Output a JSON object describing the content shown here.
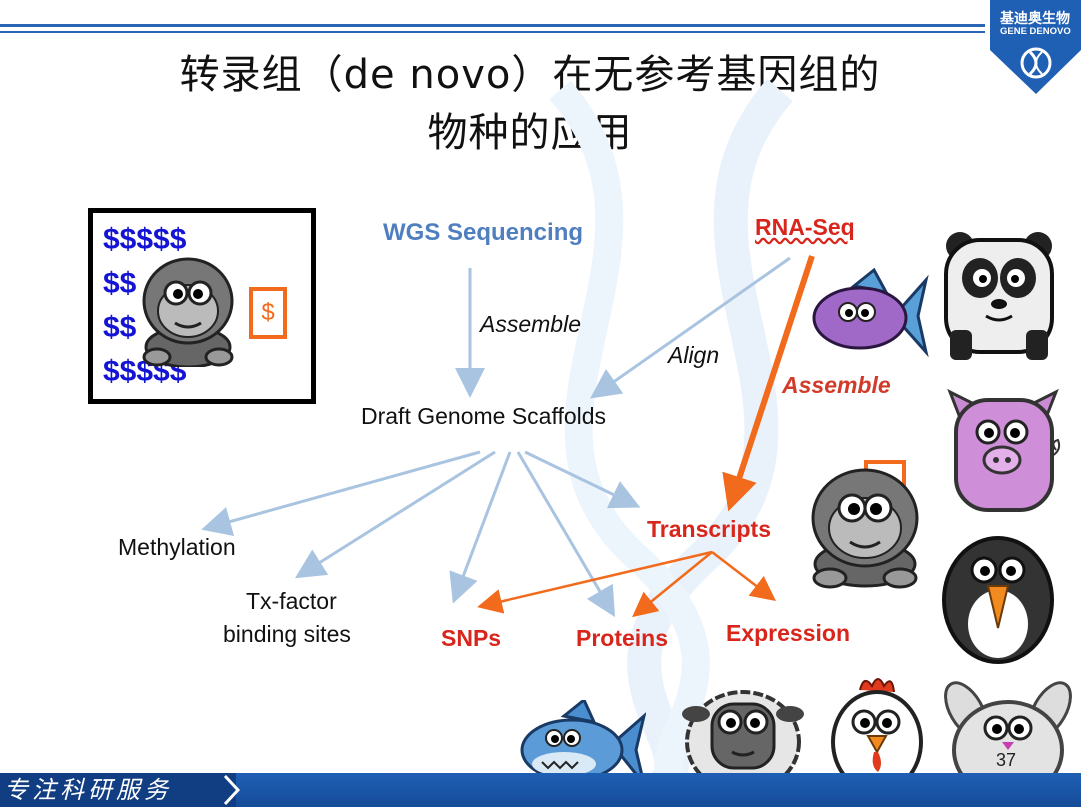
{
  "brand": {
    "name_cn": "基迪奥生物",
    "name_en": "GENE DENOVO"
  },
  "title": {
    "line1": "转录组（de novo）在无参考基因组的",
    "line2": "物种的应用"
  },
  "diagram": {
    "wgs": "WGS Sequencing",
    "rnaseq": "RNA-Seq",
    "assemble_wgs": "Assemble",
    "align": "Align",
    "assemble_rna": "Assemble",
    "draft": "Draft Genome Scaffolds",
    "transcripts": "Transcripts",
    "methylation": "Methylation",
    "txfactor_line1": "Tx-factor",
    "txfactor_line2": "binding sites",
    "snps": "SNPs",
    "proteins": "Proteins",
    "expression": "Expression"
  },
  "money_box": {
    "rows": [
      "$$$$$",
      "$$",
      "$$",
      "$$$$$"
    ],
    "small": "$"
  },
  "page_number": "37",
  "footer": {
    "slogan": "专注科研服务"
  },
  "colors": {
    "blue_text": "#4f7fbf",
    "red_text": "#d9261c",
    "orange_arrow": "#f26a1b",
    "blue_arrow": "#a9c4e0",
    "footer_blue": "#1f5fb4"
  }
}
